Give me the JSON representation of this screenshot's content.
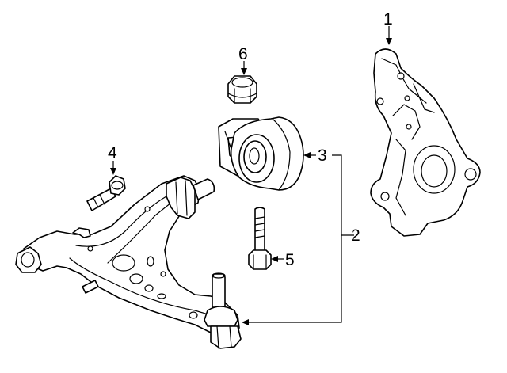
{
  "callouts": {
    "c1": "1",
    "c2": "2",
    "c3": "3",
    "c4": "4",
    "c5": "5",
    "c6": "6"
  },
  "parts": [
    "steering-knuckle",
    "control-arm",
    "bushing",
    "bolt",
    "bolt",
    "nut"
  ],
  "colors": {
    "line": "#000000",
    "background": "#ffffff"
  }
}
